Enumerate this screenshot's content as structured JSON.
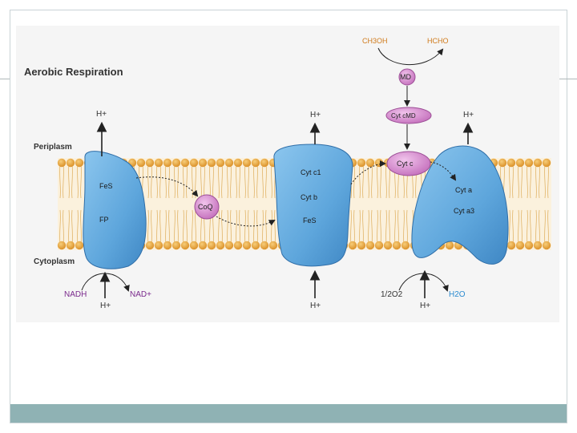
{
  "title": "Aerobic Respiration",
  "regions": {
    "periplasm": "Periplasm",
    "cytoplasm": "Cytoplasm"
  },
  "complex1": {
    "lines": [
      "FeS",
      "FP"
    ]
  },
  "coq": "CoQ",
  "complex3": {
    "lines": [
      "Cyt c1",
      "Cyt b",
      "FeS"
    ]
  },
  "complex4": {
    "lines": [
      "Cyt a",
      "Cyt a3"
    ]
  },
  "cytc": "Cyt c",
  "cytcmd": "Cyt cMD",
  "md": "MD",
  "methanol": "CH3OH",
  "formaldehyde": "HCHO",
  "protons": {
    "up1": "H+",
    "up2": "H+",
    "up3": "H+",
    "down1": "H+",
    "down2": "H+",
    "down3": "H+"
  },
  "nadh": "NADH",
  "nadplus": "NAD+",
  "oxygen": "1/2O2",
  "water": "H2O",
  "colors": {
    "membrane_head": "#e8a23a",
    "membrane_tail": "#f3d9a6",
    "complex_fill": "#5ea6dc",
    "complex_stroke": "#2f6ea8",
    "carrier_fill": "#d98ad0",
    "carrier_stroke": "#9c4f96",
    "purple_text": "#7a2a8c",
    "orange_text": "#d07a1a",
    "blue_text": "#2b8bd0"
  }
}
